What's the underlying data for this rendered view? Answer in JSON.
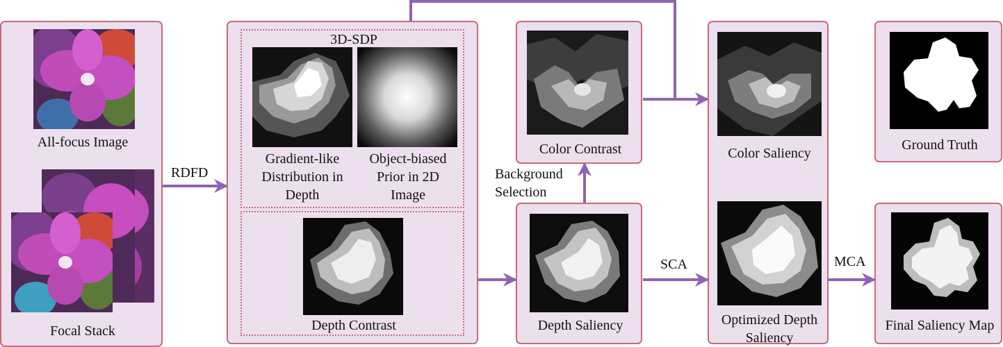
{
  "panels": {
    "input": {
      "all_focus_label": "All-focus Image",
      "focal_stack_label": "Focal Stack"
    },
    "sdp": {
      "title": "3D-SDP",
      "gradient_label": "Gradient-like\nDistribution in\nDepth",
      "object_prior_label": "Object-biased\nPrior in 2D\nImage",
      "depth_contrast_label": "Depth Contrast"
    },
    "color_contrast": {
      "label": "Color Contrast"
    },
    "depth_saliency": {
      "label": "Depth Saliency"
    },
    "color_saliency": {
      "label": "Color Saliency"
    },
    "optimized_depth": {
      "label": "Optimized Depth\nSaliency"
    },
    "ground_truth": {
      "label": "Ground Truth"
    },
    "final_map": {
      "label": "Final Saliency Map"
    }
  },
  "edges": {
    "rdfd": "RDFD",
    "background_selection": "Background\nSelection",
    "sca": "SCA",
    "mca": "MCA"
  },
  "colors": {
    "panel_fill": "#ece0ee",
    "panel_border": "#c86a78",
    "arrow": "#8f63b4"
  }
}
